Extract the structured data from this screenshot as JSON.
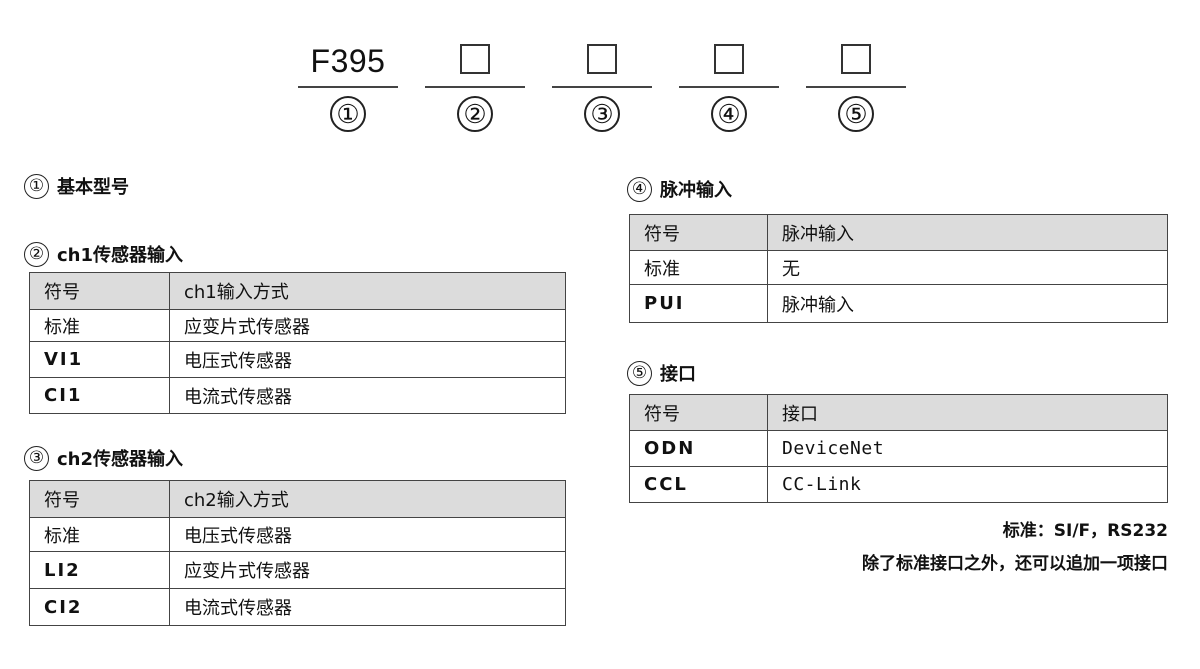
{
  "model_code": {
    "prefix": "F395",
    "positions": [
      "①",
      "②",
      "③",
      "④",
      "⑤"
    ]
  },
  "sections": {
    "s1": {
      "num": "①",
      "title": "基本型号"
    },
    "s2": {
      "num": "②",
      "title": "ch1传感器输入",
      "headers": [
        "符号",
        "ch1输入方式"
      ],
      "rows": [
        {
          "code": "标准",
          "desc": "应变片式传感器"
        },
        {
          "code": "VI1",
          "desc": "电压式传感器"
        },
        {
          "code": "CI1",
          "desc": "电流式传感器"
        }
      ]
    },
    "s3": {
      "num": "③",
      "title": "ch2传感器输入",
      "headers": [
        "符号",
        "ch2输入方式"
      ],
      "rows": [
        {
          "code": "标准",
          "desc": "电压式传感器"
        },
        {
          "code": "LI2",
          "desc": "应变片式传感器"
        },
        {
          "code": "CI2",
          "desc": "电流式传感器"
        }
      ]
    },
    "s4": {
      "num": "④",
      "title": "脉冲输入",
      "headers": [
        "符号",
        "脉冲输入"
      ],
      "rows": [
        {
          "code": "标准",
          "desc": "无"
        },
        {
          "code": "PUI",
          "desc": "脉冲输入"
        }
      ]
    },
    "s5": {
      "num": "⑤",
      "title": "接口",
      "headers": [
        "符号",
        "接口"
      ],
      "rows": [
        {
          "code": "ODN",
          "desc": "DeviceNet"
        },
        {
          "code": "CCL",
          "desc": "CC-Link"
        }
      ]
    }
  },
  "notes": {
    "line1": "标准：SI/F，RS232",
    "line2": "除了标准接口之外，还可以追加一项接口"
  }
}
